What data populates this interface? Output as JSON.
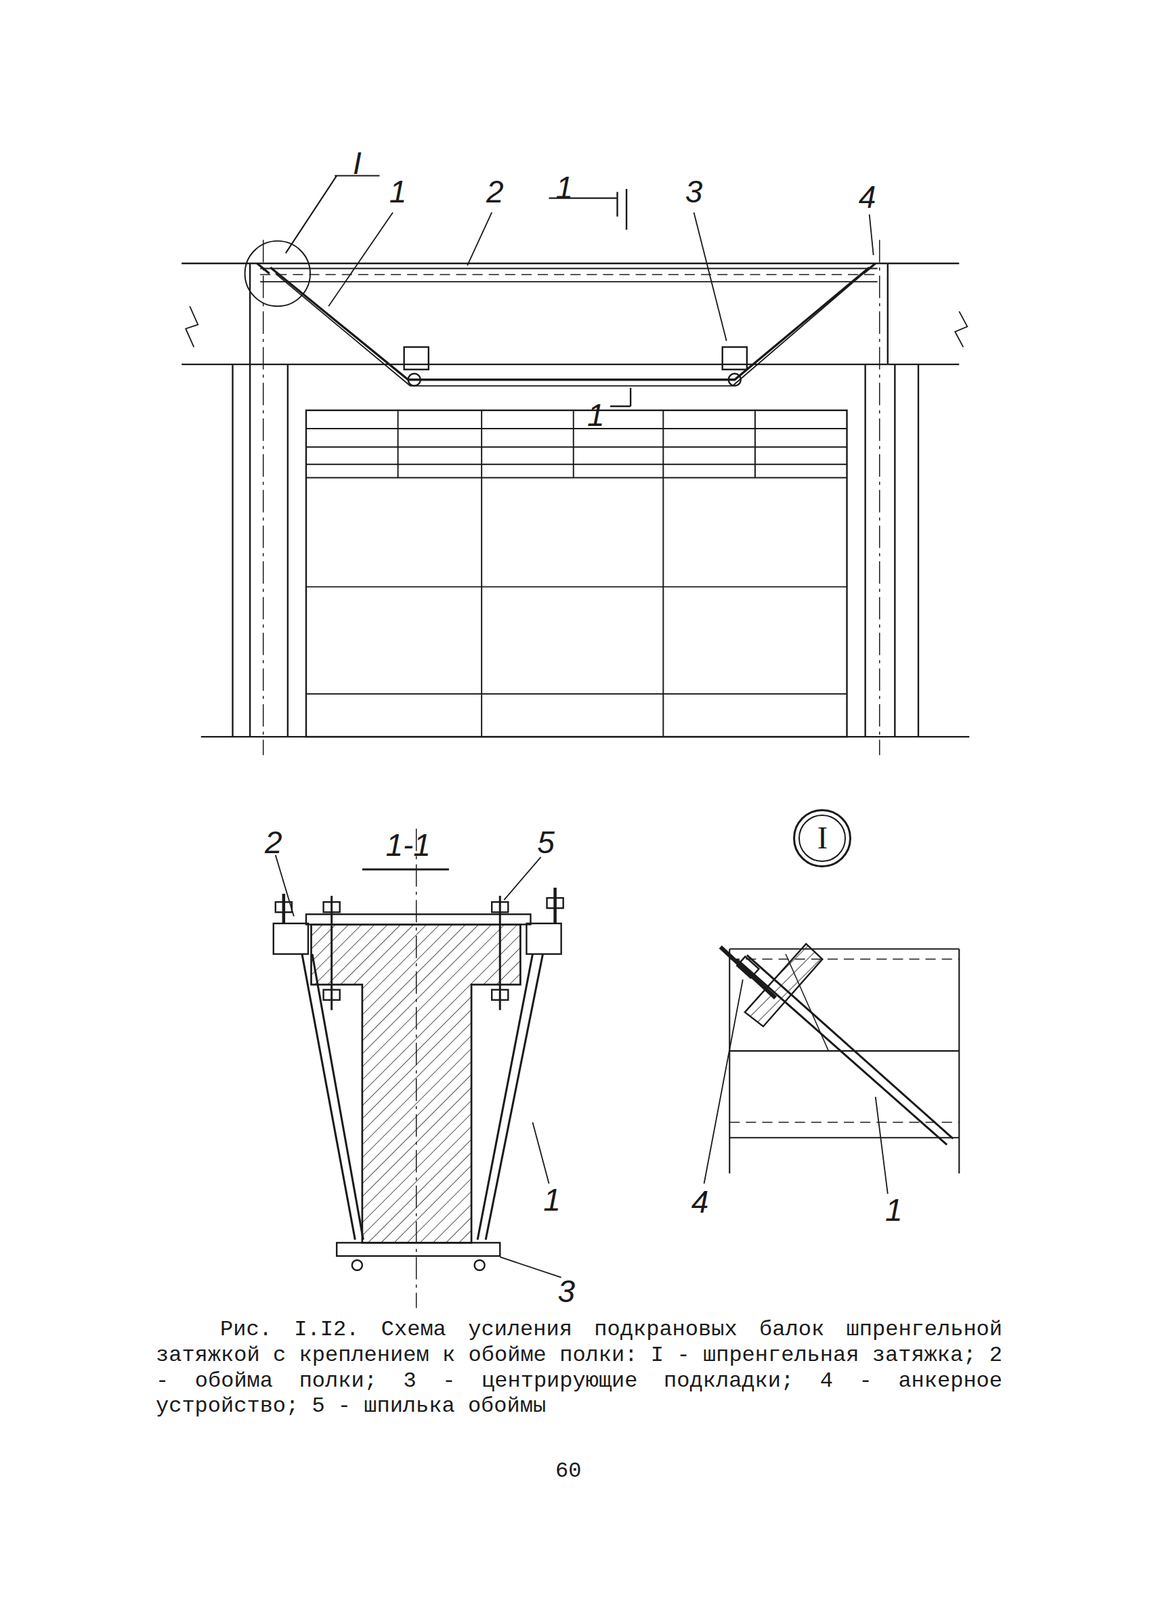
{
  "diagram": {
    "caption": "Рис. I.I2. Схема усиления подкрановых балок шпренгельной затяжкой с креплением к обойме полки: I - шпренгельная затяжка; 2 - обойма полки; 3 - центрирующие подкладки; 4 - анкерное устройство; 5 - шпилька обоймы",
    "nodes": [
      {
        "text": [
          "I"
        ]
      }
    ],
    "labels": [
      "I",
      "1",
      "2",
      "1",
      "3",
      "4",
      "1",
      "1-1",
      "2",
      "5",
      "1",
      "3",
      "4",
      "1",
      "60"
    ]
  }
}
